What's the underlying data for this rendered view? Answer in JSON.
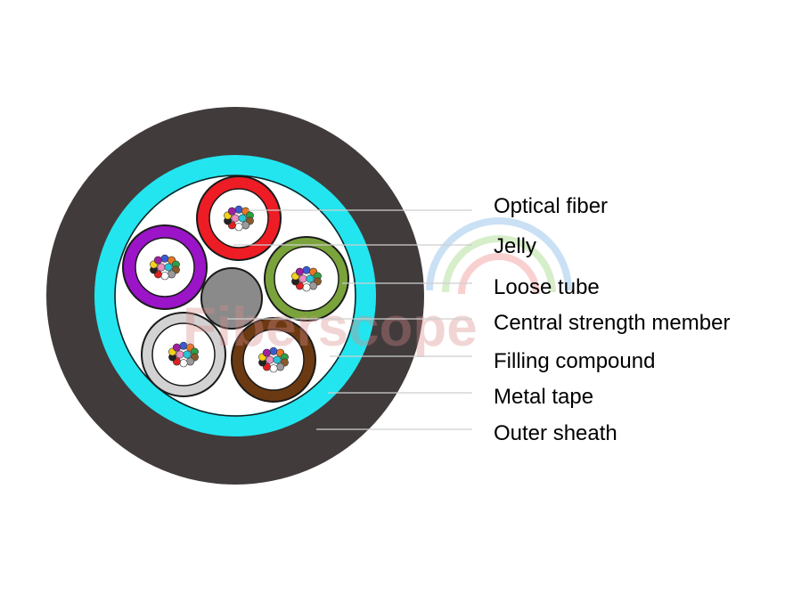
{
  "labels": {
    "optical_fiber": "Optical fiber",
    "jelly": "Jelly",
    "loose_tube": "Loose tube",
    "central_strength_member": "Central strength member",
    "filling_compound": "Filling compound",
    "metal_tape": "Metal tape",
    "outer_sheath": "Outer sheath"
  },
  "watermark": {
    "text": "Fiberscope"
  },
  "colors": {
    "outer_sheath": "#413b3c",
    "metal_tape": "#22e5ef",
    "filling_compound": "#ffffff",
    "central_strength_member": "#8a8a8a",
    "tube_red": "#ee1c25",
    "tube_purple": "#9b14c8",
    "tube_green": "#7aa33c",
    "tube_white": "#d2d2d2",
    "tube_brown": "#6b3a12",
    "watermark": "#d98a8a"
  },
  "fiber_colors": [
    "#3a5bd0",
    "#e87722",
    "#2f9e44",
    "#8b5a2b",
    "#9a9a9a",
    "#ffffff",
    "#e02020",
    "#222222",
    "#f2d21b",
    "#a020a0",
    "#f08cc0",
    "#29c5d6"
  ]
}
